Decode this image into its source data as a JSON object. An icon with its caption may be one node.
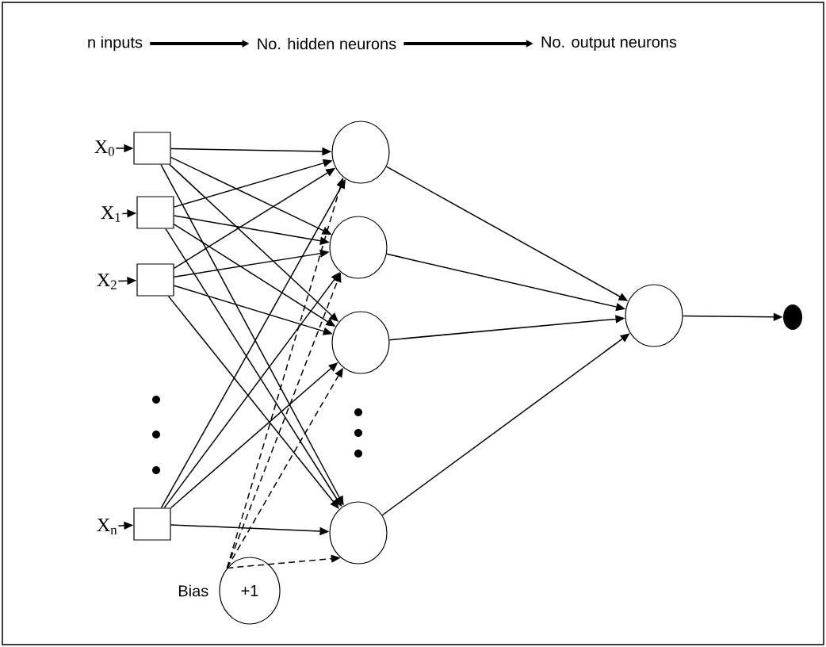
{
  "diagram": {
    "nodes": [
      {
        "text": [
          "n inputs"
        ]
      },
      {
        "text": [
          "No. hidden neurons"
        ]
      },
      {
        "text": [
          "No. output neurons"
        ]
      },
      {
        "text": [
          "X$_{0}$"
        ]
      },
      {
        "text": [
          "X$_{1}$"
        ]
      },
      {
        "text": [
          "X$_{2}$"
        ]
      },
      {
        "text": [
          "X$_{n}$"
        ]
      },
      {
        "text": [],
        "shape": "box"
      },
      {
        "text": [],
        "shape": "box"
      },
      {
        "text": [],
        "shape": "box"
      },
      {
        "text": [],
        "shape": "box"
      },
      {
        "text": [],
        "shape": "circle"
      },
      {
        "text": [],
        "shape": "circle"
      },
      {
        "text": [],
        "shape": "circle"
      },
      {
        "text": [],
        "shape": "circle"
      },
      {
        "text": [],
        "shape": "circle"
      },
      {
        "text": [],
        "shape": "dot"
      },
      {
        "text": [
          "+1"
        ],
        "beside": [
          "Bias"
        ]
      }
    ],
    "edges": [
      {
        "from": 0,
        "to": 1,
        "arrow": "to",
        "style": "thick"
      },
      {
        "from": 1,
        "to": 2,
        "arrow": "to",
        "style": "thick"
      },
      {
        "from": 3,
        "to": 7,
        "arrow": "to"
      },
      {
        "from": 4,
        "to": 8,
        "arrow": "to"
      },
      {
        "from": 5,
        "to": 9,
        "arrow": "to"
      },
      {
        "from": 6,
        "to": 10,
        "arrow": "to"
      },
      {
        "from": 7,
        "to": 11,
        "arrow": "to"
      },
      {
        "from": 7,
        "to": 12,
        "arrow": "to"
      },
      {
        "from": 7,
        "to": 13,
        "arrow": "to"
      },
      {
        "from": 7,
        "to": 14,
        "arrow": "to"
      },
      {
        "from": 8,
        "to": 11,
        "arrow": "to"
      },
      {
        "from": 8,
        "to": 12,
        "arrow": "to"
      },
      {
        "from": 8,
        "to": 13,
        "arrow": "to"
      },
      {
        "from": 8,
        "to": 14,
        "arrow": "to"
      },
      {
        "from": 9,
        "to": 11,
        "arrow": "to"
      },
      {
        "from": 9,
        "to": 12,
        "arrow": "to"
      },
      {
        "from": 9,
        "to": 13,
        "arrow": "to"
      },
      {
        "from": 9,
        "to": 14,
        "arrow": "to"
      },
      {
        "from": 10,
        "to": 11,
        "arrow": "to"
      },
      {
        "from": 10,
        "to": 12,
        "arrow": "to"
      },
      {
        "from": 10,
        "to": 13,
        "arrow": "to"
      },
      {
        "from": 10,
        "to": 14,
        "arrow": "to"
      },
      {
        "from": 11,
        "to": 15,
        "arrow": "to"
      },
      {
        "from": 12,
        "to": 15,
        "arrow": "to"
      },
      {
        "from": 13,
        "to": 15,
        "arrow": "to"
      },
      {
        "from": 14,
        "to": 15,
        "arrow": "to"
      },
      {
        "from": 15,
        "to": 16,
        "arrow": "to"
      },
      {
        "from": 17,
        "to": 11,
        "arrow": "to",
        "style": "dashed"
      },
      {
        "from": 17,
        "to": 12,
        "arrow": "to",
        "style": "dashed"
      },
      {
        "from": 17,
        "to": 13,
        "arrow": "to",
        "style": "dashed"
      },
      {
        "from": 17,
        "to": 14,
        "arrow": "to",
        "style": "dashed"
      }
    ]
  }
}
